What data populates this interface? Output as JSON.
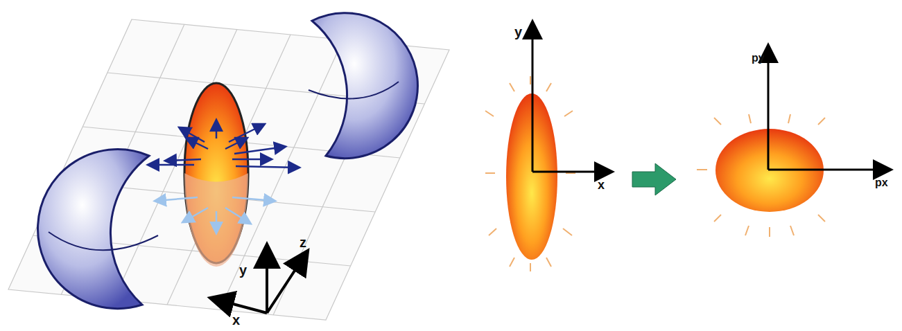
{
  "diagram": {
    "labels": [
      "y",
      "z",
      "x",
      "y",
      "x",
      "py",
      "px"
    ]
  }
}
